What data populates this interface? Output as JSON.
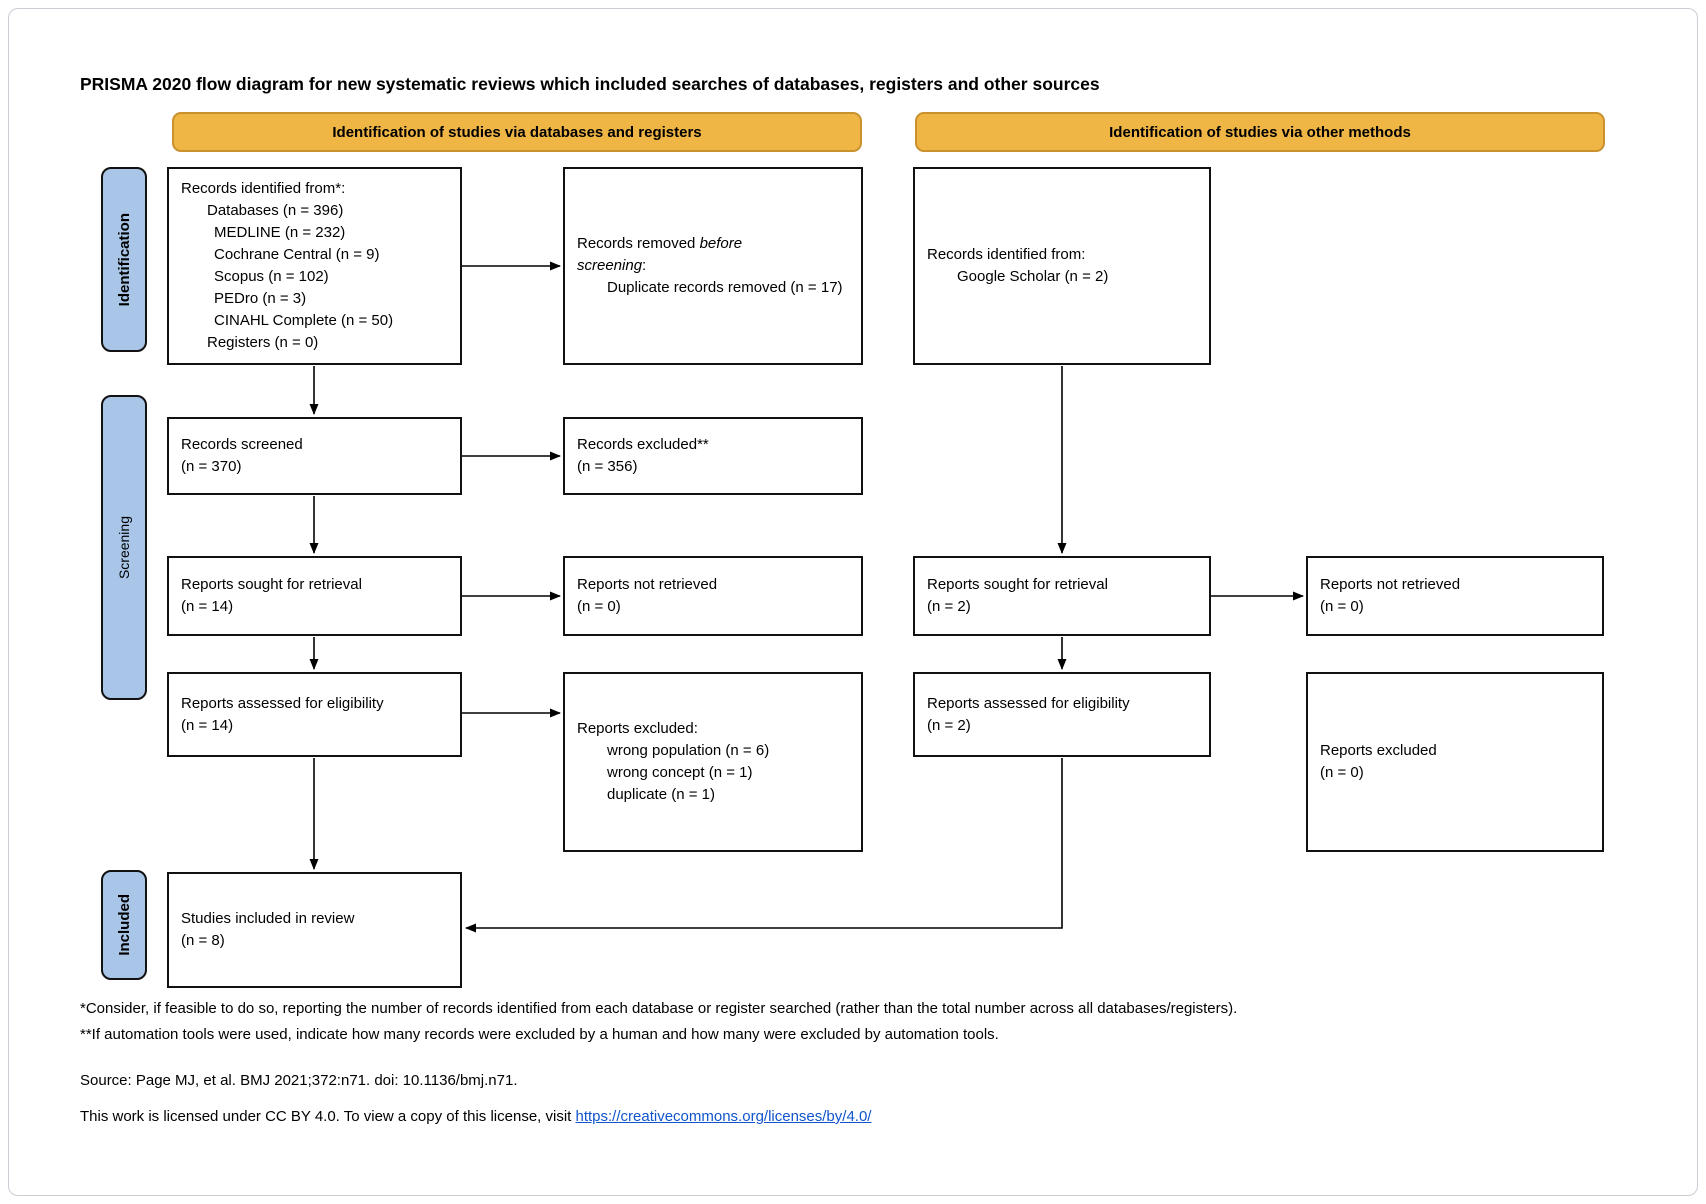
{
  "title": "PRISMA 2020 flow diagram for new systematic reviews which included searches of databases, registers and other sources",
  "banners": {
    "databases_registers": "Identification of studies via databases and registers",
    "other_methods": "Identification of studies via other methods"
  },
  "stages": {
    "identification": "Identification",
    "screening": "Screening",
    "included": "Included"
  },
  "boxes": {
    "records_identified_db": {
      "heading": "Records identified from*:",
      "lines": [
        {
          "text": "Databases (n = 396)",
          "indent": 1
        },
        {
          "text": "MEDLINE (n = 232)",
          "indent": 2
        },
        {
          "text": "Cochrane Central (n = 9)",
          "indent": 2
        },
        {
          "text": "Scopus (n = 102)",
          "indent": 2
        },
        {
          "text": "PEDro (n = 3)",
          "indent": 2
        },
        {
          "text": "CINAHL Complete (n = 50)",
          "indent": 2
        },
        {
          "text": "Registers (n = 0)",
          "indent": 1
        }
      ]
    },
    "records_removed": {
      "prefix": "Records removed ",
      "italic": "before screening",
      "suffix": ":",
      "item": "Duplicate records removed (n = 17)"
    },
    "records_identified_other": {
      "heading": "Records identified from:",
      "item": "Google Scholar (n = 2)"
    },
    "records_screened": {
      "line1": "Records screened",
      "line2": "(n = 370)"
    },
    "records_excluded": {
      "line1": "Records excluded**",
      "line2": "(n = 356)"
    },
    "reports_sought_db": {
      "line1": "Reports sought for retrieval",
      "line2": "(n = 14)"
    },
    "reports_not_retrieved_db": {
      "line1": "Reports not retrieved",
      "line2": "(n = 0)"
    },
    "reports_sought_other": {
      "line1": "Reports sought for retrieval",
      "line2": "(n = 2)"
    },
    "reports_not_retrieved_other": {
      "line1": "Reports not retrieved",
      "line2": "(n = 0)"
    },
    "reports_assessed_db": {
      "line1": "Reports assessed for eligibility",
      "line2": "(n = 14)"
    },
    "reports_excluded_db": {
      "heading": "Reports excluded:",
      "items": [
        "wrong population (n = 6)",
        "wrong concept (n = 1)",
        "duplicate (n = 1)"
      ]
    },
    "reports_assessed_other": {
      "line1": "Reports assessed for eligibility",
      "line2": "(n = 2)"
    },
    "reports_excluded_other": {
      "line1": "Reports excluded",
      "line2": "(n = 0)"
    },
    "studies_included": {
      "line1": "Studies included in review",
      "line2": "(n = 8)"
    }
  },
  "footnotes": {
    "asterisk": "*Consider, if feasible to do so, reporting the number of records identified from each database or register searched (rather than the total number across all databases/registers).",
    "double_asterisk": "**If automation tools were used, indicate how many records were excluded by a human and how many were excluded by automation tools."
  },
  "source": "Source: Page MJ, et al. BMJ 2021;372:n71. doi: 10.1136/bmj.n71.",
  "license": {
    "text": "This work is licensed under CC BY 4.0. To view a copy of this license, visit ",
    "link": "https://creativecommons.org/licenses/by/4.0/"
  },
  "colors": {
    "banner_fill": "#EFB545",
    "banner_border": "#C9922E",
    "stage_bar_fill": "#A9C6E8",
    "box_border": "#111111",
    "link_blue": "#1155CC"
  }
}
